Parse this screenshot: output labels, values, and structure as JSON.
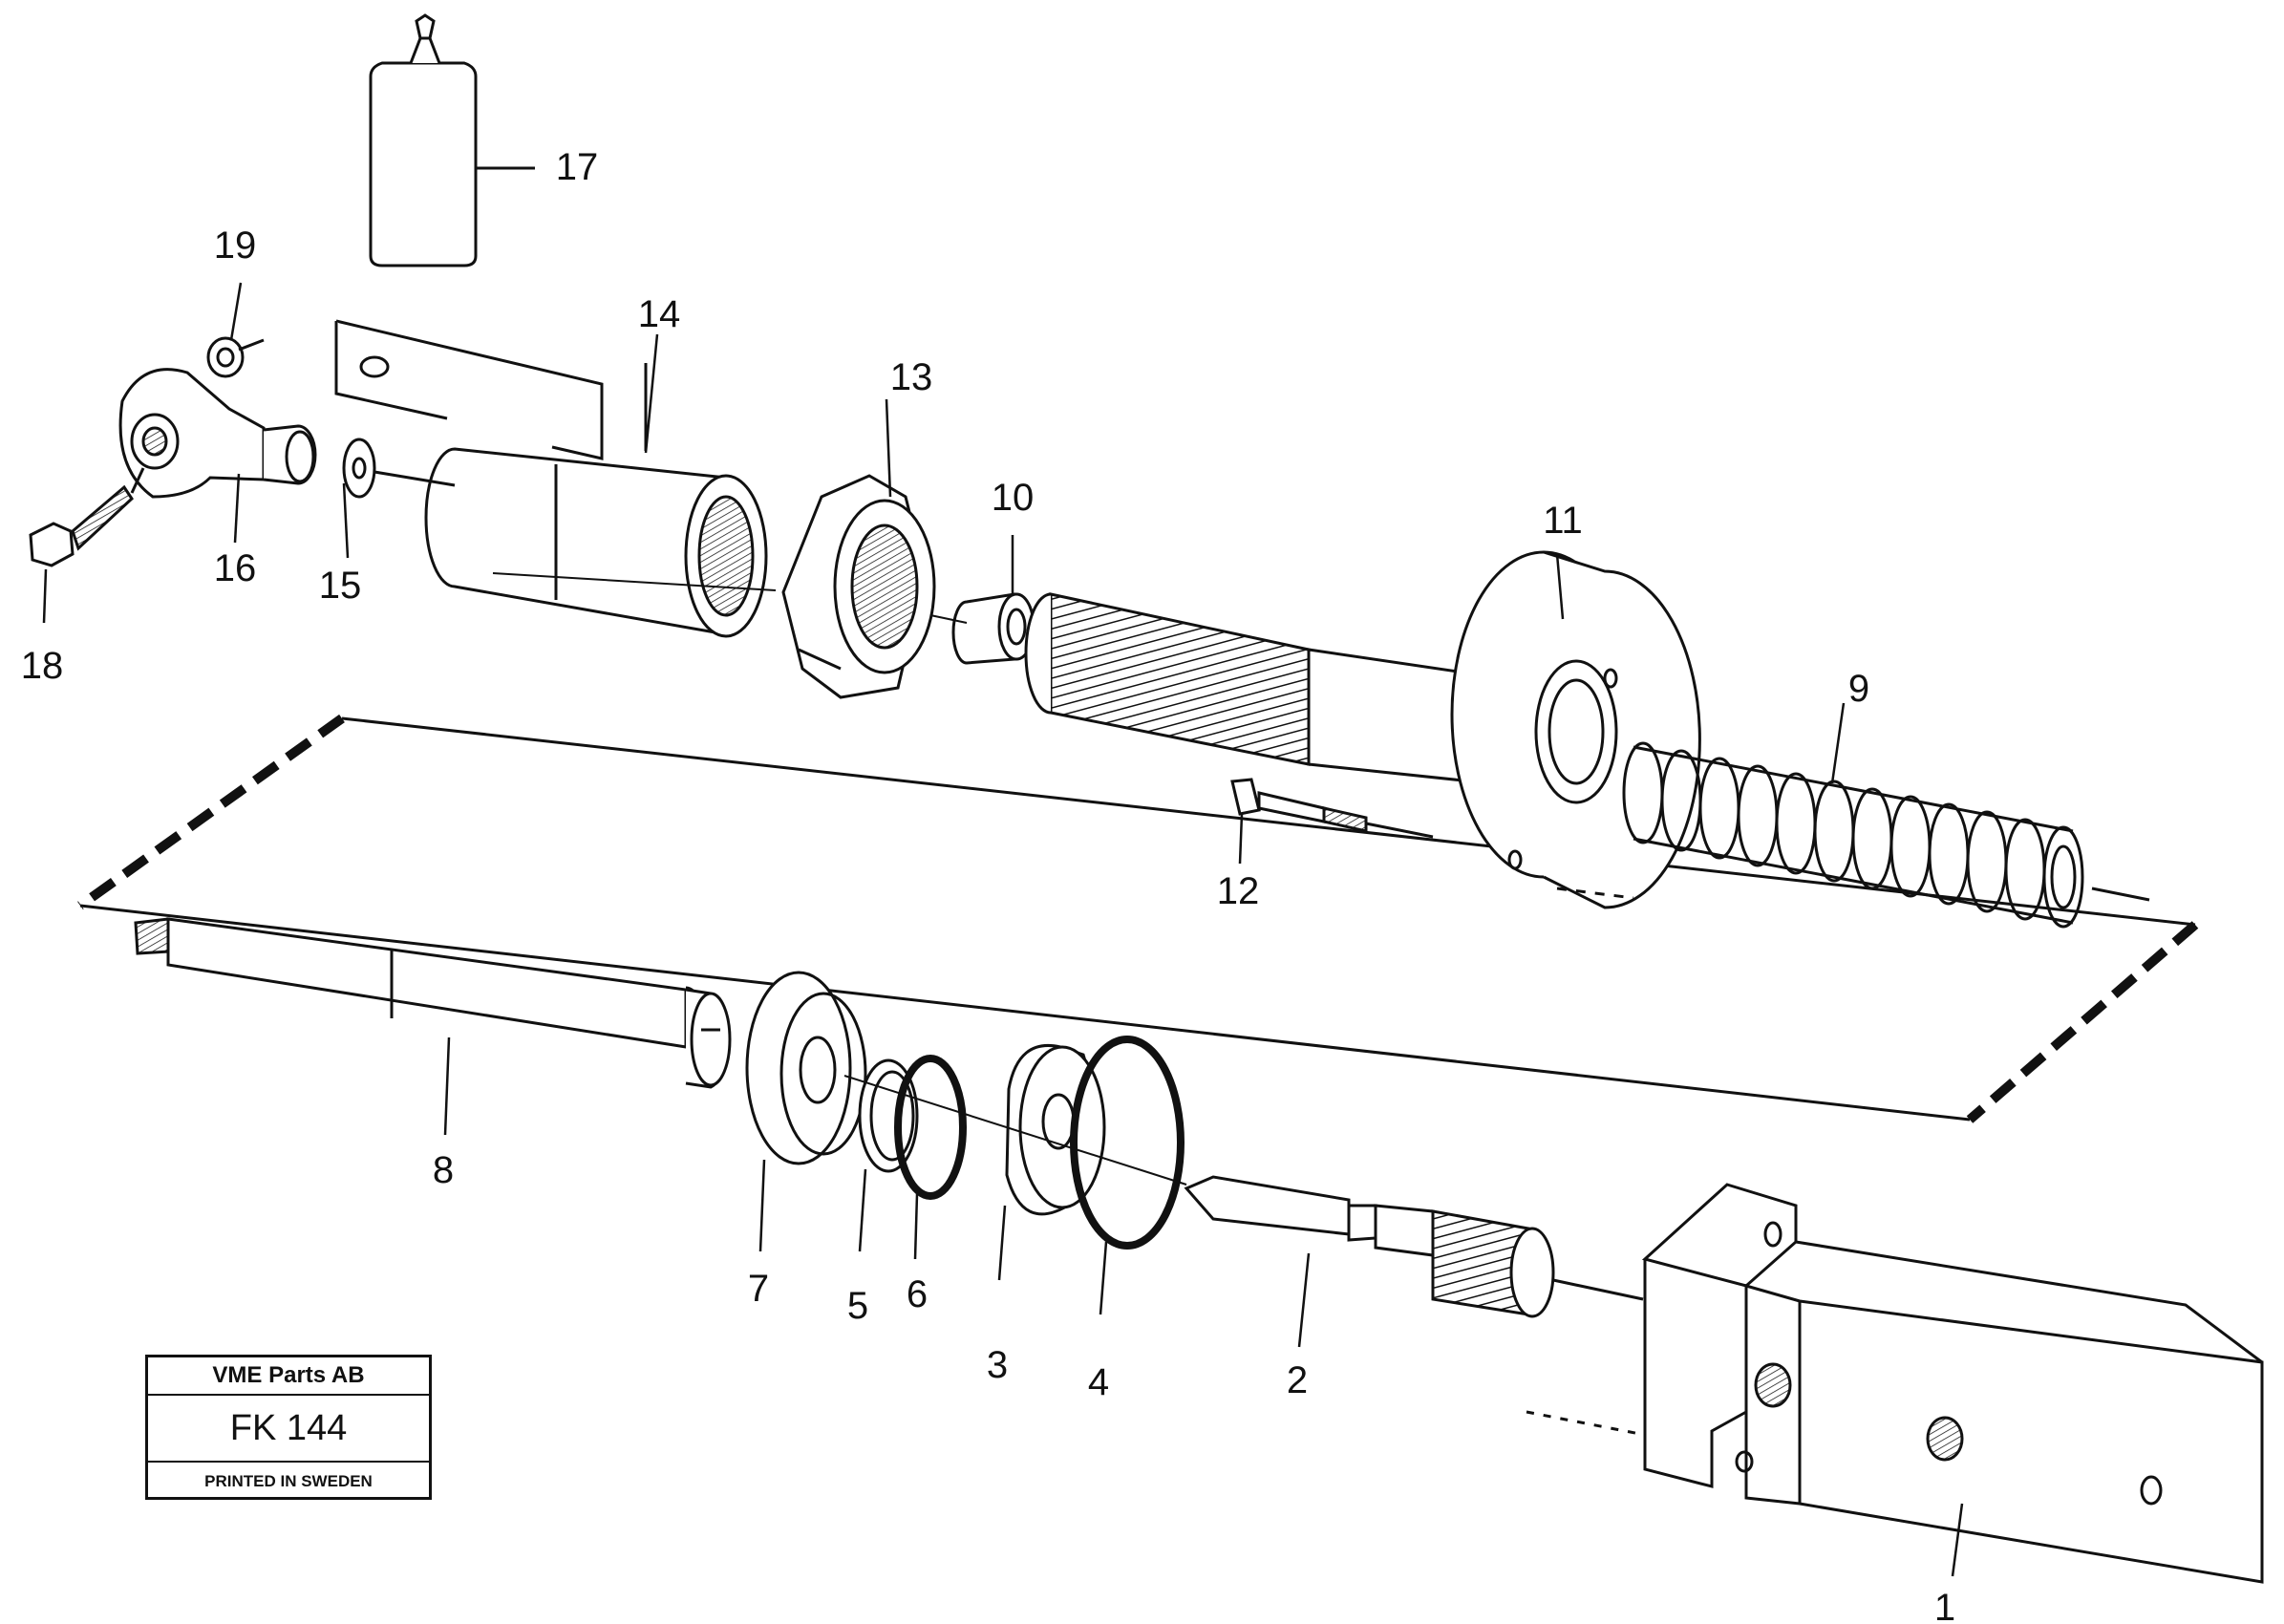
{
  "stamp": {
    "company": "VME Parts AB",
    "code": "FK 144",
    "printed": "PRINTED IN SWEDEN"
  },
  "callouts": [
    "1",
    "2",
    "3",
    "4",
    "5",
    "6",
    "7",
    "8",
    "9",
    "10",
    "11",
    "12",
    "13",
    "14",
    "15",
    "16",
    "17",
    "18",
    "19"
  ],
  "colors": {
    "ink": "#111111",
    "paper": "#ffffff",
    "shade": "#dedede"
  }
}
